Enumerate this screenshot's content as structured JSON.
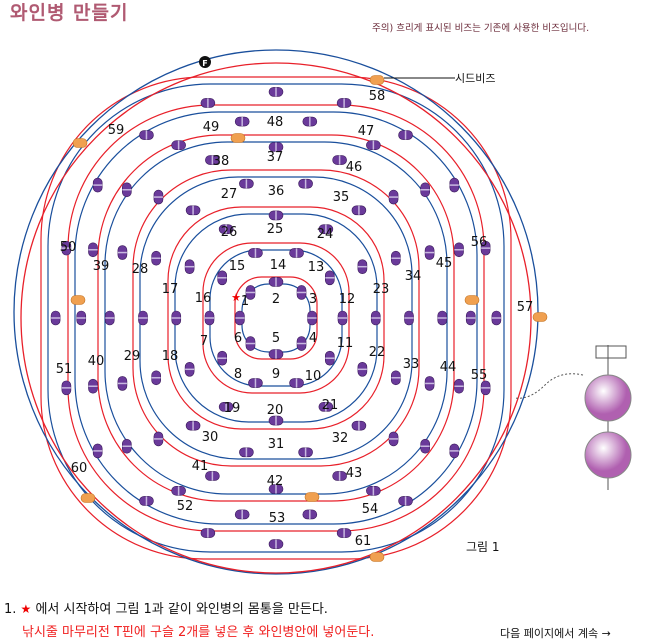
{
  "title": "와인병 만들기",
  "note": "주의) 흐리게 표시된 비즈는 기존에 사용한 비즈입니다.",
  "seed_bead_label": "시드비즈",
  "figure_label": "그림 1",
  "start_marker": "F",
  "bead_numbers": [
    "1",
    "2",
    "3",
    "4",
    "5",
    "6",
    "7",
    "8",
    "9",
    "10",
    "11",
    "12",
    "13",
    "14",
    "15",
    "16",
    "17",
    "18",
    "19",
    "20",
    "21",
    "22",
    "23",
    "24",
    "25",
    "26",
    "27",
    "28",
    "29",
    "30",
    "31",
    "32",
    "33",
    "34",
    "35",
    "36",
    "37",
    "38",
    "39",
    "40",
    "41",
    "42",
    "43",
    "44",
    "45",
    "46",
    "47",
    "48",
    "49",
    "50",
    "51",
    "52",
    "53",
    "54",
    "55",
    "56",
    "57",
    "58",
    "59",
    "60",
    "61"
  ],
  "instructions": {
    "step_number": "1.",
    "star": "★",
    "line1": "에서 시작하여 그림 1과 같이 와인병의 몸통을 만든다.",
    "line2": "낚시줄 마무리전 T핀에 구슬 2개를 넣은 후 와인병안에 넣어둔다."
  },
  "next_page": "다음 페이지에서 계속 →",
  "colors": {
    "red_thread": "#e8202a",
    "blue_thread": "#1a4f9c",
    "bead": "#6a3a9a",
    "seed_bead": "#f0a050",
    "title": "#b05a72"
  }
}
